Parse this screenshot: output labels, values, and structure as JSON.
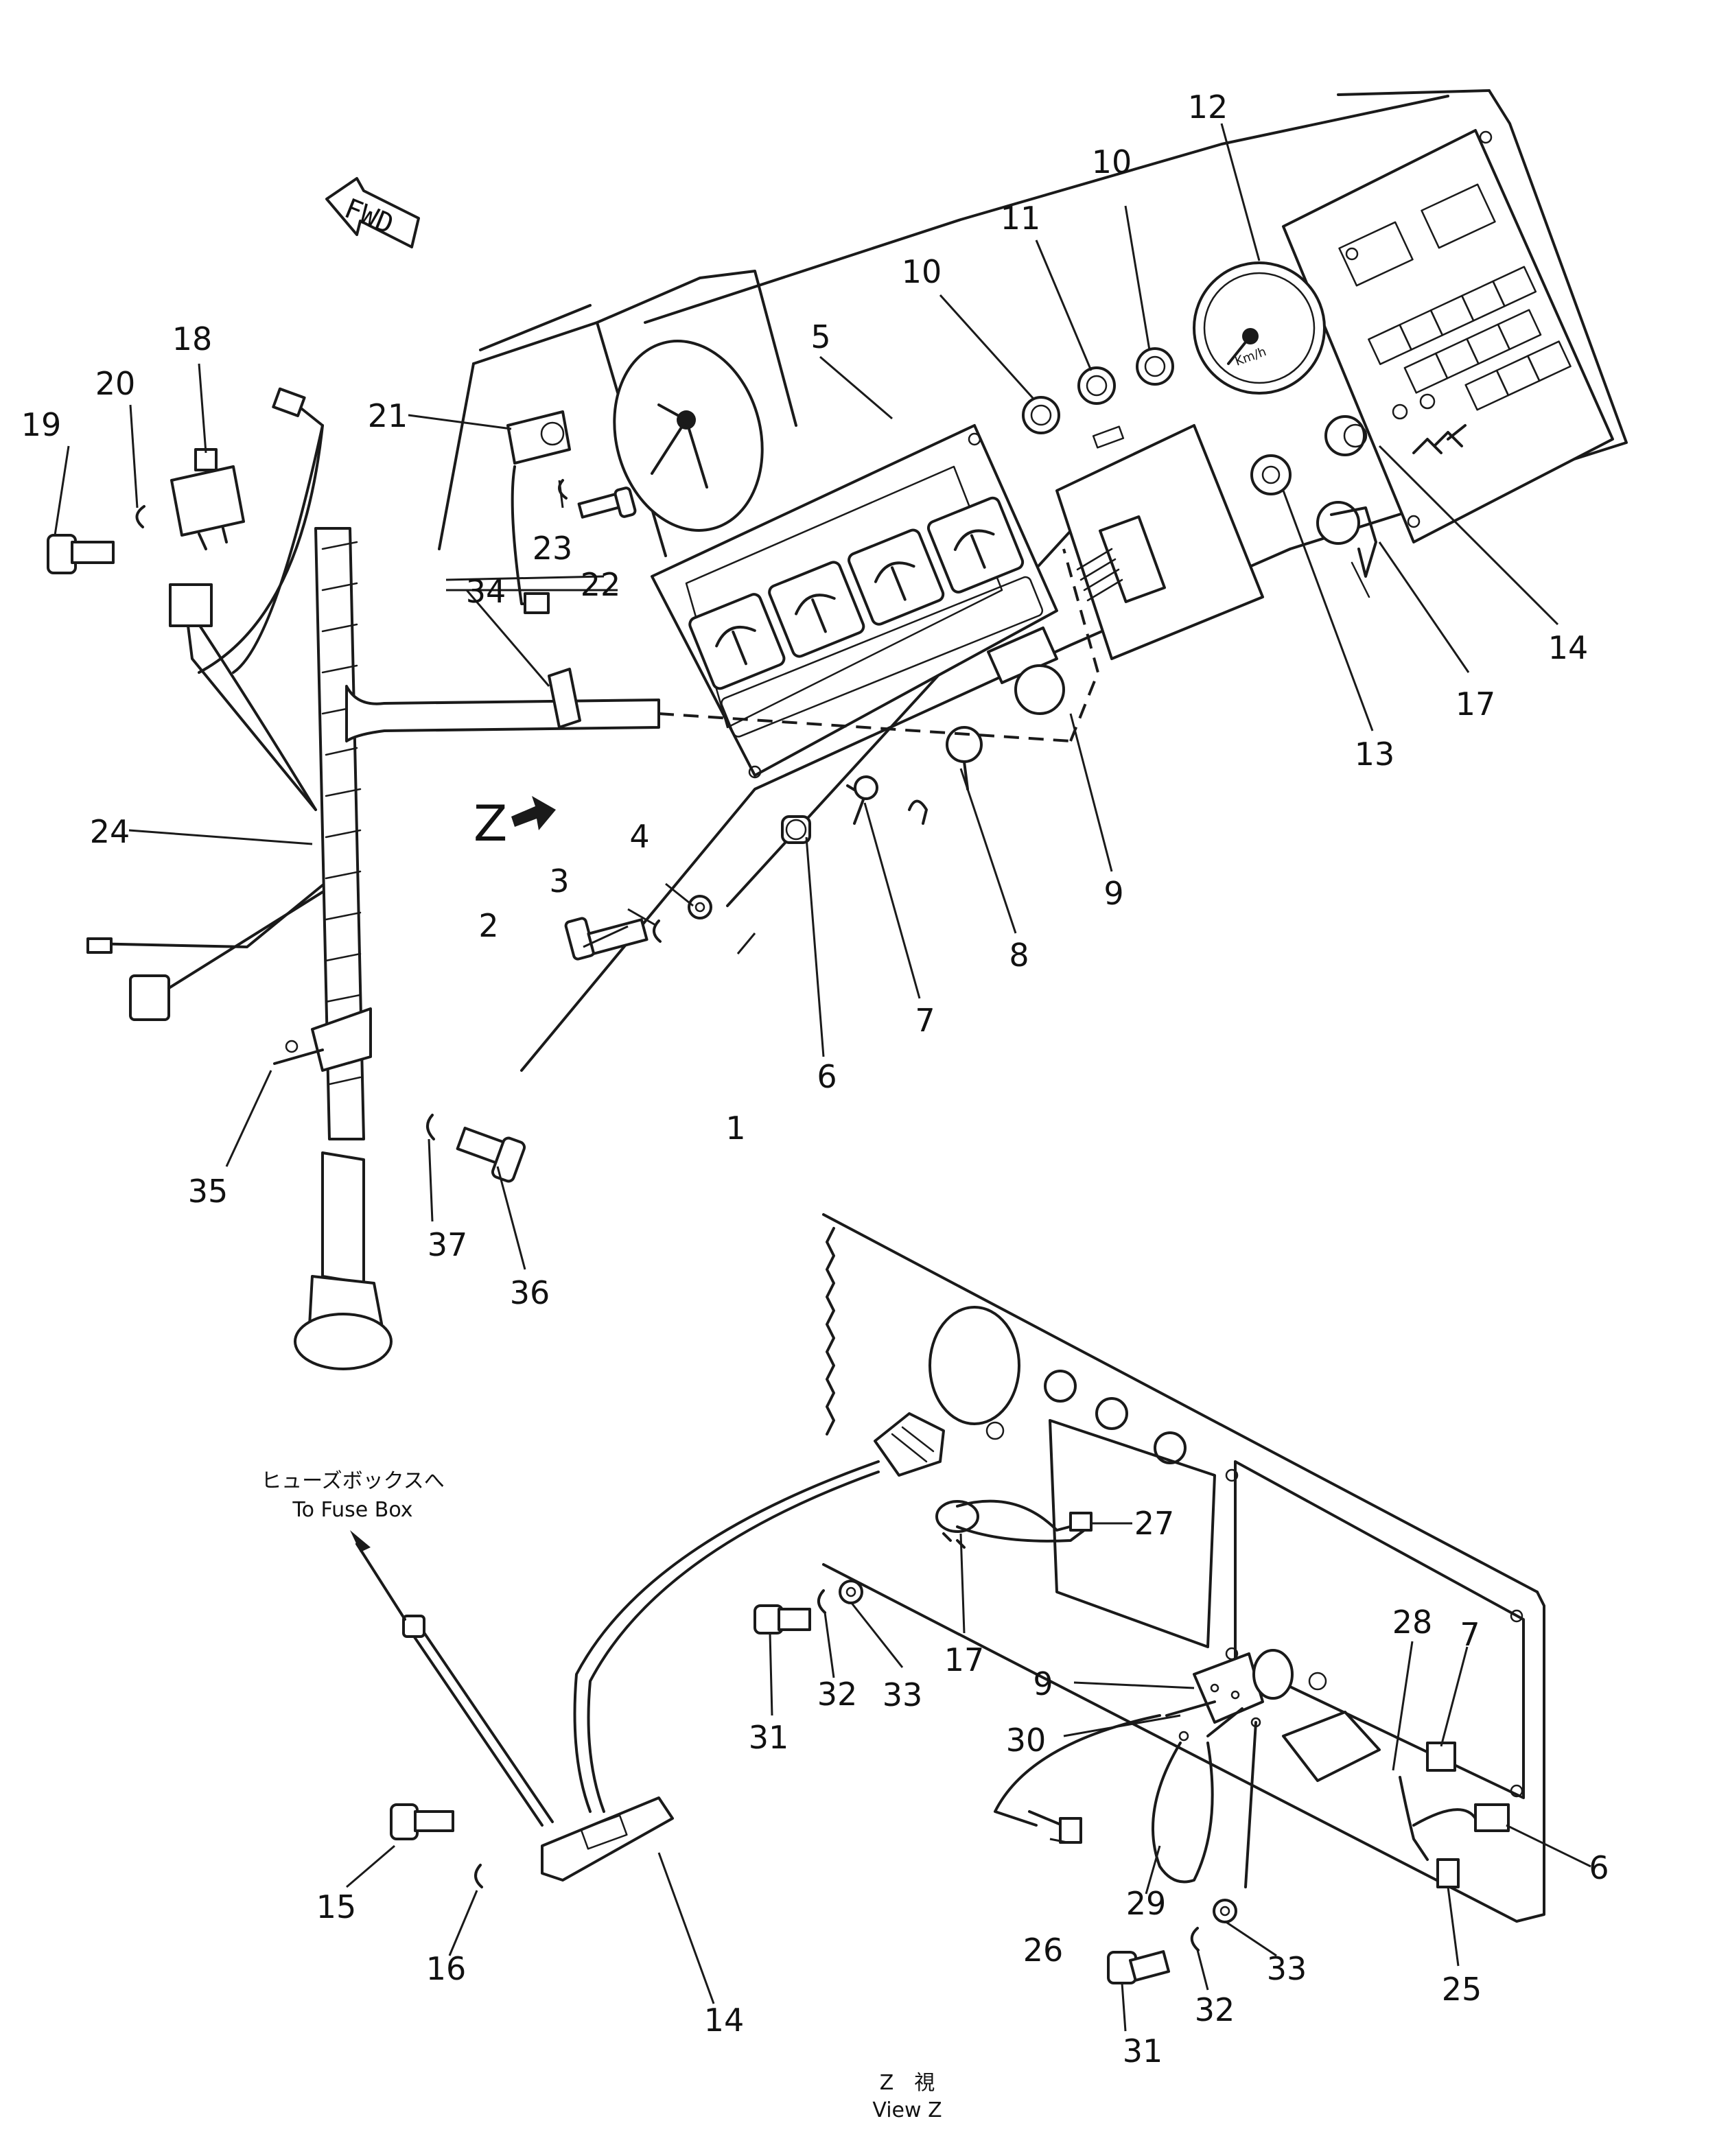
{
  "part_numbers": {
    "n1": "1",
    "n2": "2",
    "n3": "3",
    "n4": "4",
    "n5": "5",
    "n6a": "6",
    "n6b": "6",
    "n7a": "7",
    "n7b": "7",
    "n8": "8",
    "n9a": "9",
    "n9b": "9",
    "n10a": "10",
    "n10b": "10",
    "n11": "11",
    "n12": "12",
    "n13": "13",
    "n14a": "14",
    "n14b": "14",
    "n15": "15",
    "n16": "16",
    "n17a": "17",
    "n17b": "17",
    "n18": "18",
    "n19": "19",
    "n20": "20",
    "n21": "21",
    "n22": "22",
    "n23": "23",
    "n24": "24",
    "n25": "25",
    "n26": "26",
    "n27": "27",
    "n28": "28",
    "n29": "29",
    "n30": "30",
    "n31a": "31",
    "n31b": "31",
    "n32a": "32",
    "n32b": "32",
    "n33a": "33",
    "n33b": "33",
    "n34": "34",
    "n35": "35",
    "n36": "36",
    "n37": "37"
  },
  "labels": {
    "forward": "FWD",
    "view_marker": "Z",
    "fuse_box_jp": "ヒューズボックスへ",
    "fuse_box_en": "To Fuse Box",
    "view_caption_jp": "Z　視",
    "view_caption_en": "View Z",
    "speedometer_unit": "Km/h"
  }
}
